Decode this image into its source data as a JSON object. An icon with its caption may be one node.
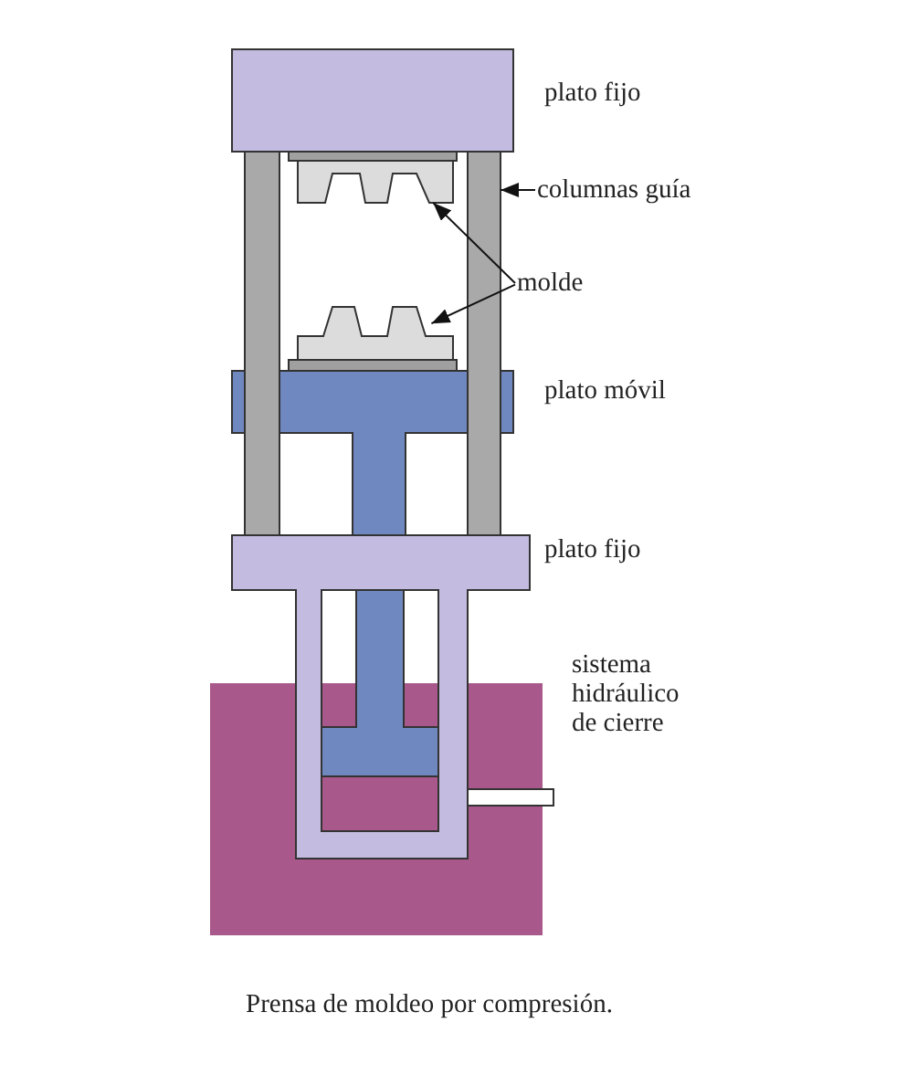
{
  "diagram": {
    "caption": "Prensa de moldeo por compresión.",
    "nodes": [
      {
        "text": [],
        "shape": "box"
      },
      {
        "text": [],
        "shape": "bar"
      },
      {
        "text": [
          "columnas guía"
        ]
      },
      {
        "text": [],
        "shape": "bar"
      },
      {
        "text": [
          "molde"
        ]
      },
      {
        "text": [],
        "shape": "box"
      }
    ],
    "edges": [
      {
        "from": 2,
        "to": 3,
        "arrow": "to"
      },
      {
        "from": 4,
        "to": 0,
        "arrow": "to"
      },
      {
        "from": 4,
        "to": 5,
        "arrow": "to"
      }
    ],
    "labels": [
      "plato fijo",
      "plato móvil",
      "plato fijo",
      "sistema hidráulico de cierre"
    ]
  }
}
